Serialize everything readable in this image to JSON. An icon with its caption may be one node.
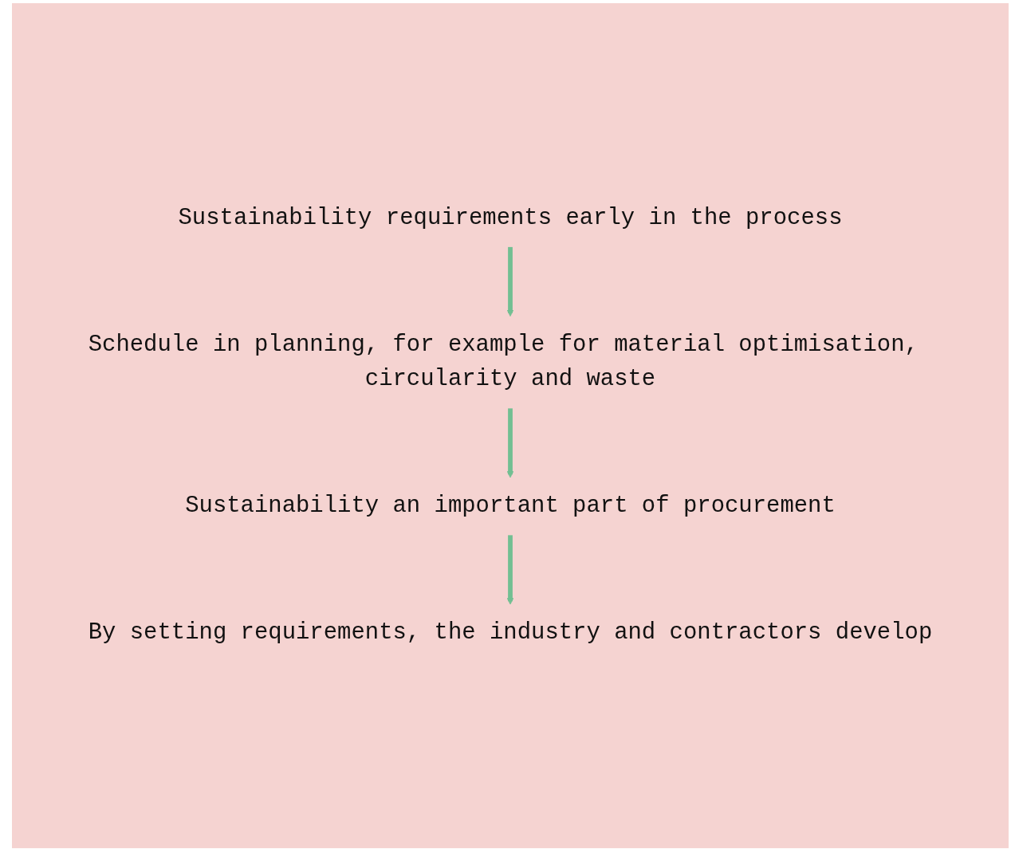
{
  "diagram": {
    "nodes": [
      {
        "text": [
          "Sustainability requirements early in the process"
        ]
      },
      {
        "text": [
          "Schedule in planning, for example for material optimisation, circularity and waste"
        ]
      },
      {
        "text": [
          "Sustainability an important part of procurement"
        ]
      },
      {
        "text": [
          "By setting requirements, the industry and contractors develop"
        ]
      }
    ],
    "edges": [
      {
        "from": 0,
        "to": 1,
        "arrow": "to"
      },
      {
        "from": 1,
        "to": 2,
        "arrow": "to"
      },
      {
        "from": 2,
        "to": 3,
        "arrow": "to"
      }
    ]
  }
}
